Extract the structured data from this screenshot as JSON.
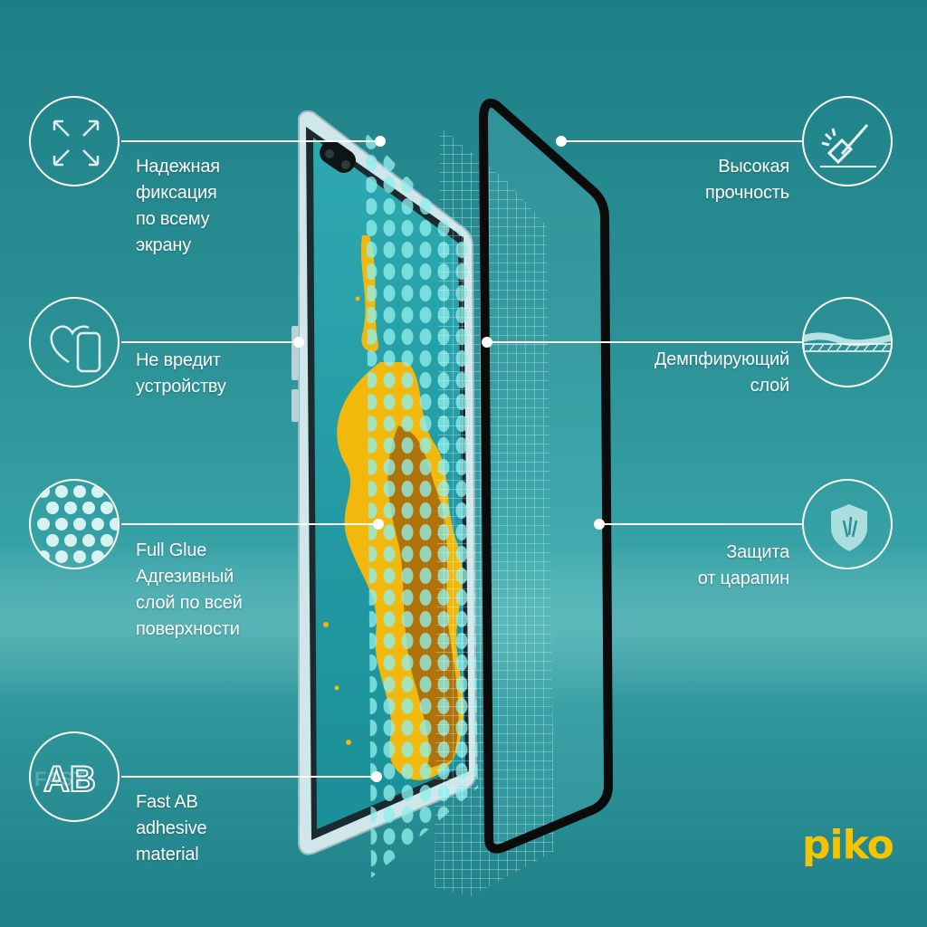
{
  "features_left": [
    {
      "icon": "expand-arrows-icon",
      "text": "Надежная\nфиксация\nпо всему\nэкрану"
    },
    {
      "icon": "heart-phone-icon",
      "text": "Не вредит\nустройству"
    },
    {
      "icon": "dots-pattern-icon",
      "text": "Full Glue\nАдгезивный\nслой по всей\nповерхности"
    },
    {
      "icon": "fast-ab-icon",
      "text": "Fast AB\nadhesive\nmaterial",
      "icon_text": "AB",
      "icon_watermark": "FAST"
    }
  ],
  "features_right": [
    {
      "icon": "hammer-icon",
      "text": "Высокая\nпрочность"
    },
    {
      "icon": "damping-layer-icon",
      "text": "Демпфирующий\nслой"
    },
    {
      "icon": "shield-icon",
      "text": "Защита\nот царапин"
    }
  ],
  "brand": {
    "logo": "piko",
    "color": "#f5c400"
  },
  "colors": {
    "background": "#2a9096",
    "line": "#ffffff",
    "splash": "#f2b90c",
    "film": "#7fe3e0",
    "frame": "#0b0b0b"
  }
}
